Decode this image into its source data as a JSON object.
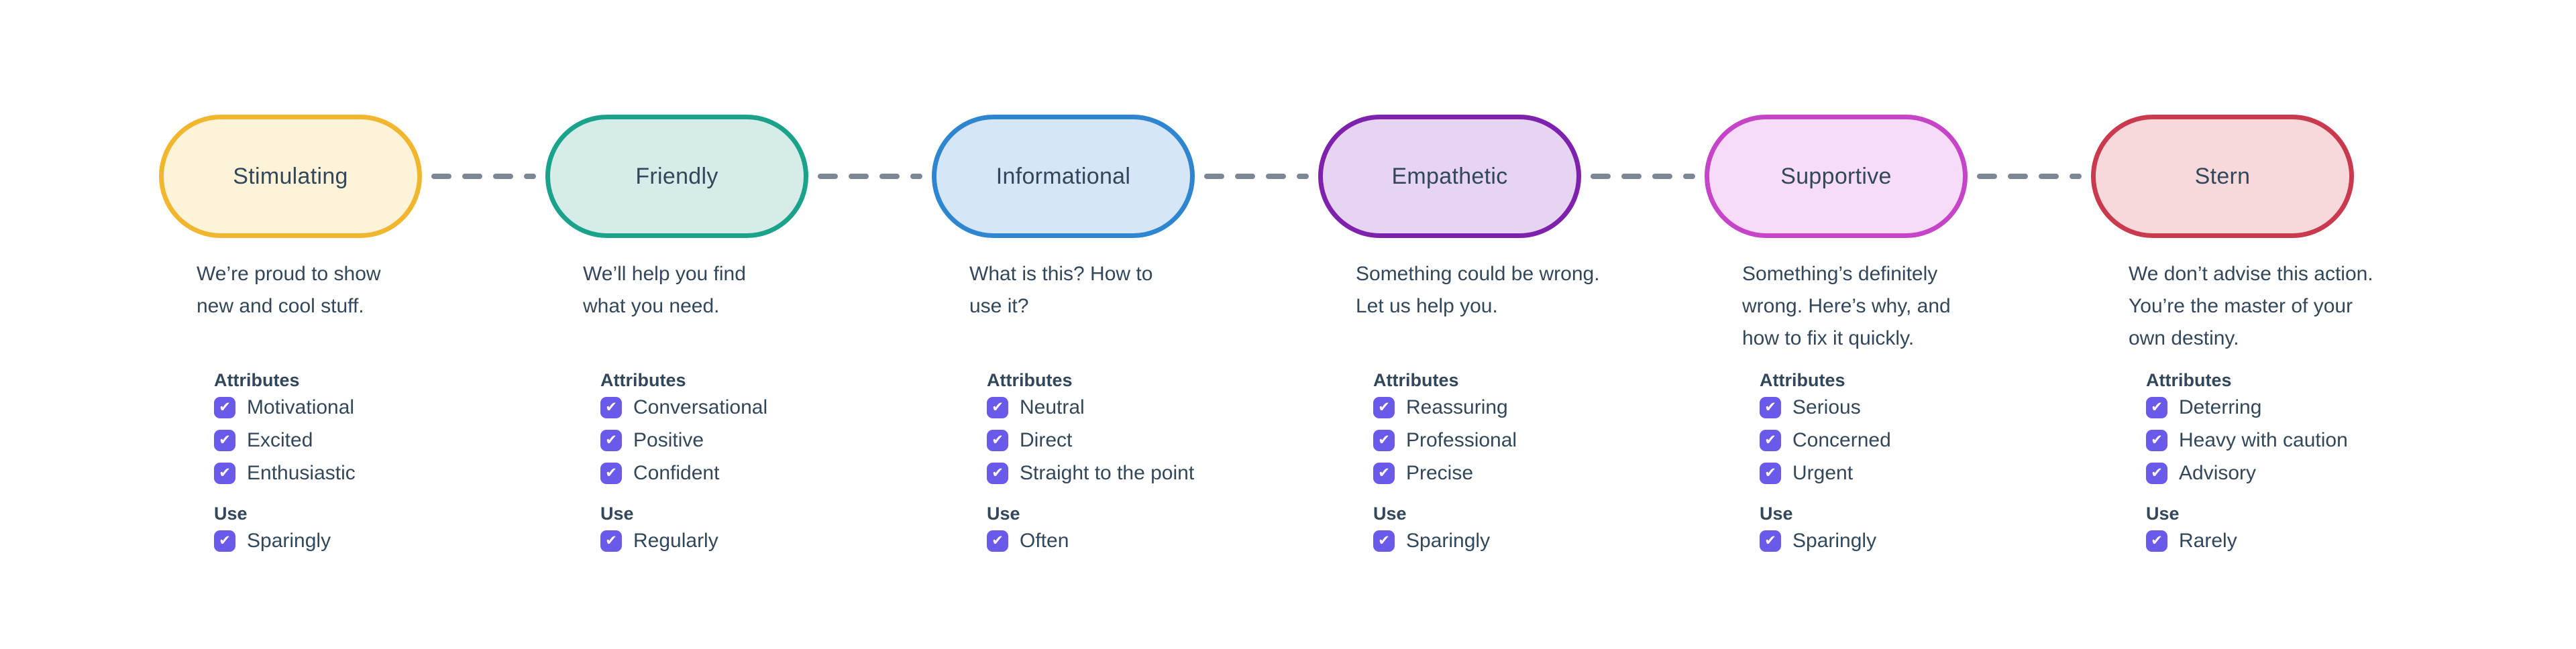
{
  "page": {
    "background_color": "#ffffff",
    "text_color": "#33475b",
    "connector_color": "#7b8794",
    "checkbox_color": "#6a5ae9",
    "checkbox_check_icon": "check-icon"
  },
  "diagram": {
    "attributes_label": "Attributes",
    "use_label": "Use",
    "tones": [
      {
        "name": "Stimulating",
        "pill_border_color": "#f0b62e",
        "pill_fill_color": "#fcf3d8",
        "description": "We’re proud to show\nnew and cool stuff.",
        "attributes": [
          "Motivational",
          "Excited",
          "Enthusiastic"
        ],
        "use": "Sparingly"
      },
      {
        "name": "Friendly",
        "pill_border_color": "#1aa38a",
        "pill_fill_color": "#d5ece8",
        "description": "We’ll help you find\nwhat you need.",
        "attributes": [
          "Conversational",
          "Positive",
          "Confident"
        ],
        "use": "Regularly"
      },
      {
        "name": "Informational",
        "pill_border_color": "#2e86d1",
        "pill_fill_color": "#d7e6f7",
        "description": "What is this? How to\nuse it?",
        "attributes": [
          "Neutral",
          "Direct",
          "Straight to the point"
        ],
        "use": "Often"
      },
      {
        "name": "Empathetic",
        "pill_border_color": "#7e22ae",
        "pill_fill_color": "#e7d4f2",
        "description": "Something could be wrong.\nLet us help you.",
        "attributes": [
          "Reassuring",
          "Professional",
          "Precise"
        ],
        "use": "Sparingly"
      },
      {
        "name": "Supportive",
        "pill_border_color": "#c544c8",
        "pill_fill_color": "#f7dcf8",
        "description": "Something’s definitely\nwrong. Here’s why, and\nhow to fix it quickly.",
        "attributes": [
          "Serious",
          "Concerned",
          "Urgent"
        ],
        "use": "Sparingly"
      },
      {
        "name": "Stern",
        "pill_border_color": "#c93a4f",
        "pill_fill_color": "#f7d9dc",
        "description": "We don’t advise this action.\nYou’re the master of your\nown destiny.",
        "attributes": [
          "Deterring",
          "Heavy with caution",
          "Advisory"
        ],
        "use": "Rarely"
      }
    ]
  }
}
